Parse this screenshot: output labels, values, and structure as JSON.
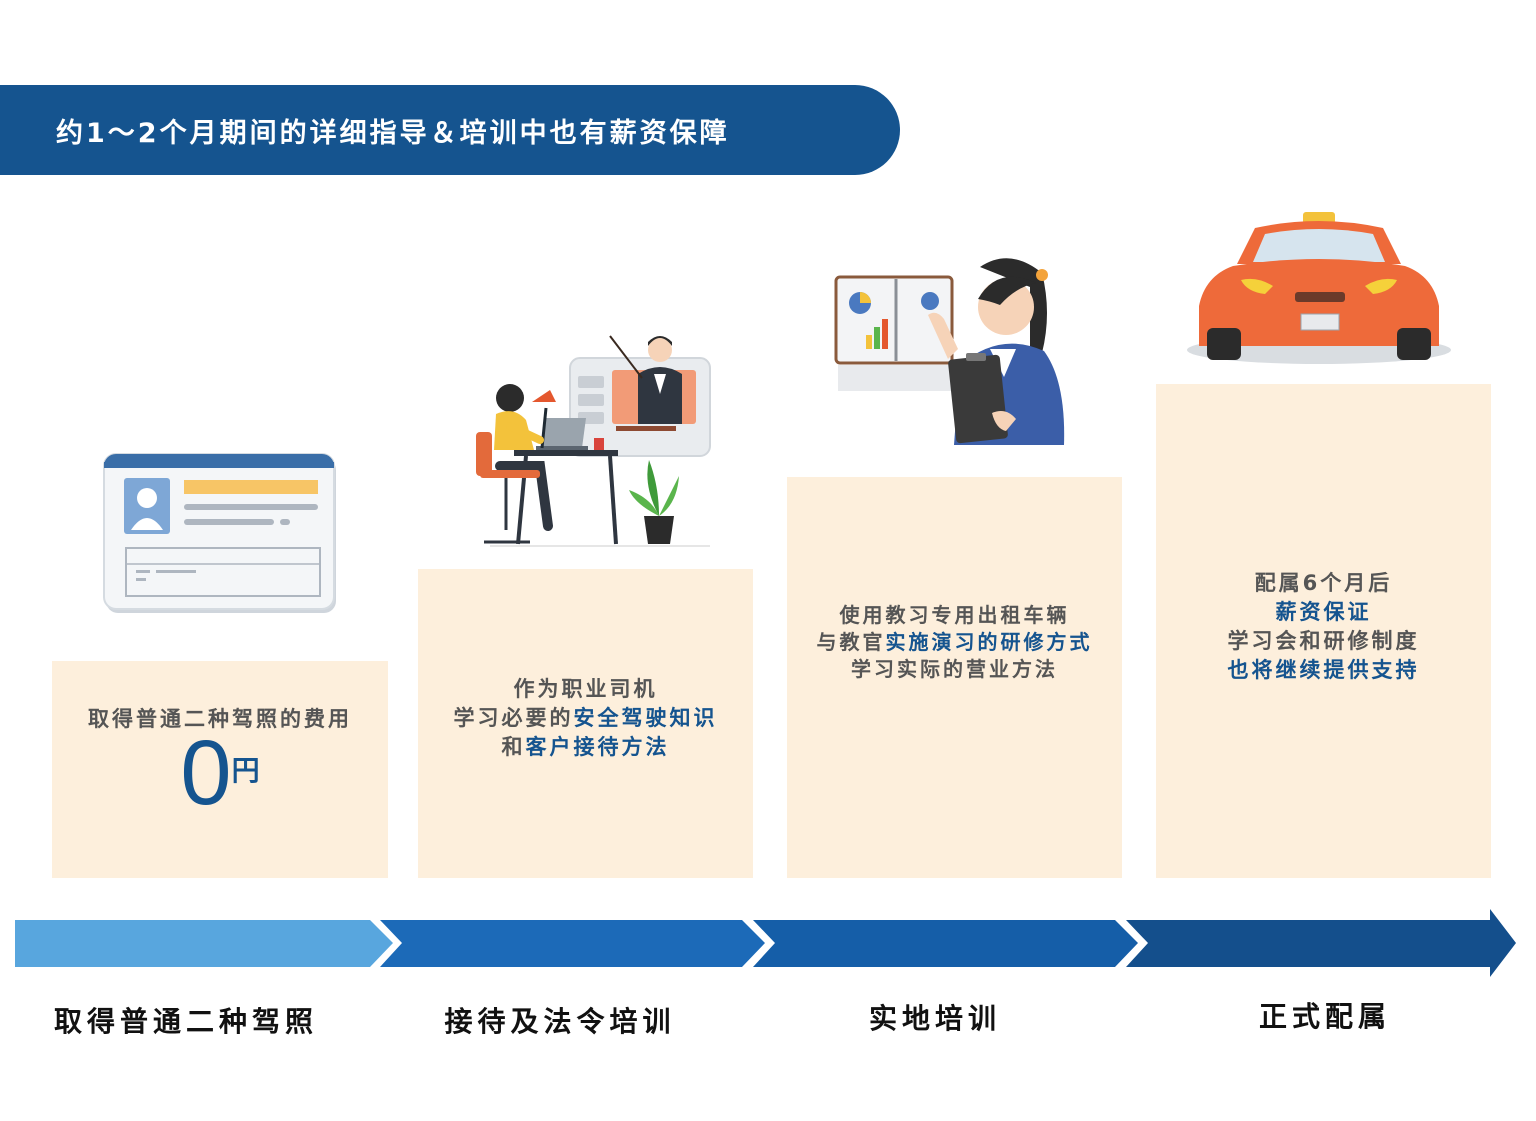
{
  "banner": {
    "title": "约1～2个月期间的详细指导＆培训中也有薪资保障"
  },
  "steps": [
    {
      "label": "取得普通二种驾照",
      "desc_line1": "取得普通二种驾照的费用",
      "amount": "0",
      "unit": "円",
      "illustration": "driver-license-card-icon"
    },
    {
      "label": "接待及法令培训",
      "desc_line1": "作为职业司机",
      "desc_line2_plain": "学习必要的",
      "desc_line2_highlight": "安全驾驶知识",
      "desc_line3_plain": "和",
      "desc_line3_highlight": "客户接待方法",
      "illustration": "online-lecture-illustration"
    },
    {
      "label": "实地培训",
      "desc_line1": "使用教习专用出租车辆",
      "desc_line2_plain": "与教官",
      "desc_line2_highlight": "实施演习的研修方式",
      "desc_line3": "学习实际的营业方法",
      "illustration": "instructor-presentation-illustration"
    },
    {
      "label": "正式配属",
      "desc_line1": "配属6个月后",
      "desc_line2_highlight": "薪资保证",
      "desc_line3": "学习会和研修制度",
      "desc_line4_highlight": "也将继续提供支持",
      "illustration": "taxi-car-icon"
    }
  ],
  "colors": {
    "banner": "#15548f",
    "highlight": "#15548f",
    "box_bg": "#fdefdc",
    "arrow_1": "#58a6de",
    "arrow_2": "#1c6ab8",
    "arrow_3": "#155ea8",
    "arrow_4": "#144f8c"
  }
}
